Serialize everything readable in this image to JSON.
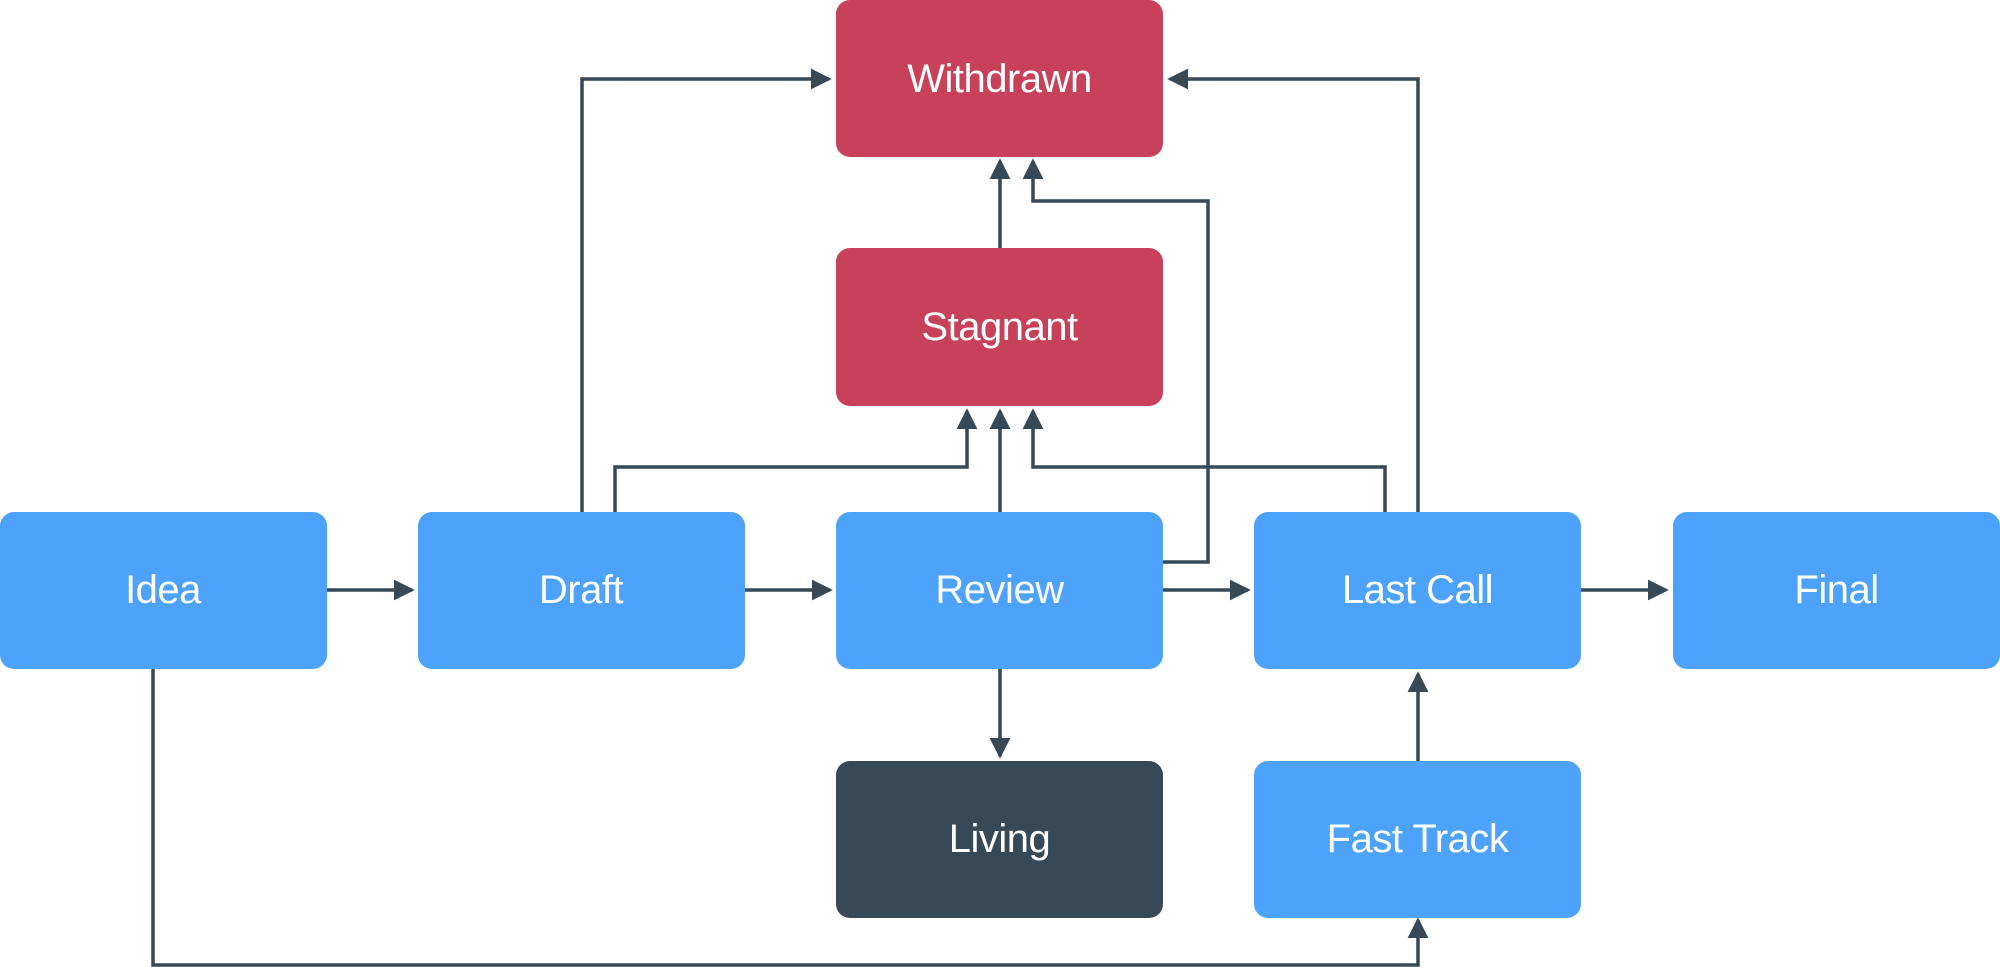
{
  "diagram": {
    "type": "state-flowchart",
    "edge_color": "#374957",
    "nodes": {
      "withdrawn": {
        "label": "Withdrawn",
        "color": "#c8415a"
      },
      "stagnant": {
        "label": "Stagnant",
        "color": "#c8415a"
      },
      "idea": {
        "label": "Idea",
        "color": "#4da3fb"
      },
      "draft": {
        "label": "Draft",
        "color": "#4da3fb"
      },
      "review": {
        "label": "Review",
        "color": "#4da3fb"
      },
      "last_call": {
        "label": "Last Call",
        "color": "#4da3fb"
      },
      "final": {
        "label": "Final",
        "color": "#4da3fb"
      },
      "living": {
        "label": "Living",
        "color": "#374957"
      },
      "fast_track": {
        "label": "Fast Track",
        "color": "#4da3fb"
      }
    },
    "edges": [
      {
        "from": "idea",
        "to": "draft"
      },
      {
        "from": "draft",
        "to": "review"
      },
      {
        "from": "review",
        "to": "last_call"
      },
      {
        "from": "last_call",
        "to": "final"
      },
      {
        "from": "draft",
        "to": "withdrawn"
      },
      {
        "from": "draft",
        "to": "stagnant"
      },
      {
        "from": "review",
        "to": "stagnant"
      },
      {
        "from": "last_call",
        "to": "stagnant"
      },
      {
        "from": "stagnant",
        "to": "withdrawn"
      },
      {
        "from": "review",
        "to": "withdrawn"
      },
      {
        "from": "last_call",
        "to": "withdrawn"
      },
      {
        "from": "review",
        "to": "living"
      },
      {
        "from": "fast_track",
        "to": "last_call"
      },
      {
        "from": "idea",
        "to": "fast_track"
      }
    ]
  }
}
